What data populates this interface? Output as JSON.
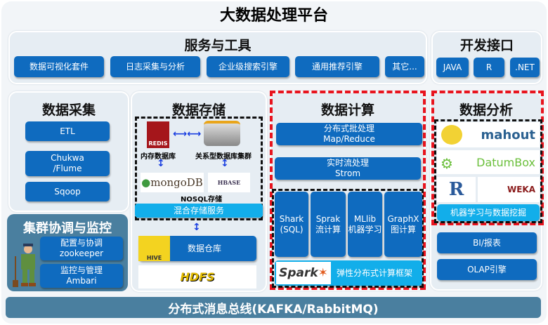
{
  "title": "大数据处理平台",
  "services": {
    "title": "服务与工具",
    "items": [
      "数据可视化套件",
      "日志采集与分析",
      "企业级搜索引擎",
      "通用推荐引擎",
      "其它..."
    ]
  },
  "dev": {
    "title": "开发接口",
    "items": [
      "JAVA",
      "R",
      ".NET"
    ]
  },
  "collect": {
    "title": "数据采集",
    "items": [
      {
        "l1": "ETL"
      },
      {
        "l1": "Chukwa",
        "l2": "/Flume"
      },
      {
        "l1": "Sqoop"
      }
    ]
  },
  "cluster": {
    "title": "集群协调与监控",
    "items": [
      {
        "l1": "配置与协调",
        "l2": "zookeeper"
      },
      {
        "l1": "监控与管理",
        "l2": "Ambari"
      }
    ]
  },
  "storage": {
    "title": "数据存储",
    "redis": "REDIS",
    "memdb": "内存数据库",
    "reldb": "关系型数据库集群",
    "mongo": "mongoDB",
    "hbase": "HBASE",
    "nosql": "NOSQL存储",
    "hybrid": "混合存储服务",
    "hive": "HIVE",
    "warehouse": "数据仓库",
    "hdfs": "HDFS"
  },
  "compute": {
    "title": "数据计算",
    "batch": {
      "l1": "分布式批处理",
      "l2": "Map/Reduce"
    },
    "stream": {
      "l1": "实时流处理",
      "l2": "Strom"
    },
    "spark_items": [
      {
        "l1": "Shark",
        "l2": "(SQL)"
      },
      {
        "l1": "Sprak",
        "l2": "流计算"
      },
      {
        "l1": "MLlib",
        "l2": "机器学习"
      },
      {
        "l1": "GraphX",
        "l2": "图计算"
      }
    ],
    "spark_logo": "Spark",
    "spark_label": "弹性分布式计算框架"
  },
  "analysis": {
    "title": "数据分析",
    "mahout": "mahout",
    "datumbox": "DatumBox",
    "r": "R",
    "weka": "WEKA",
    "ml": "机器学习与数据挖掘",
    "bi": "BI/报表",
    "olap": "OLAP引擎"
  },
  "bus": "分布式消息总线(KAFKA/RabbitMQ)"
}
